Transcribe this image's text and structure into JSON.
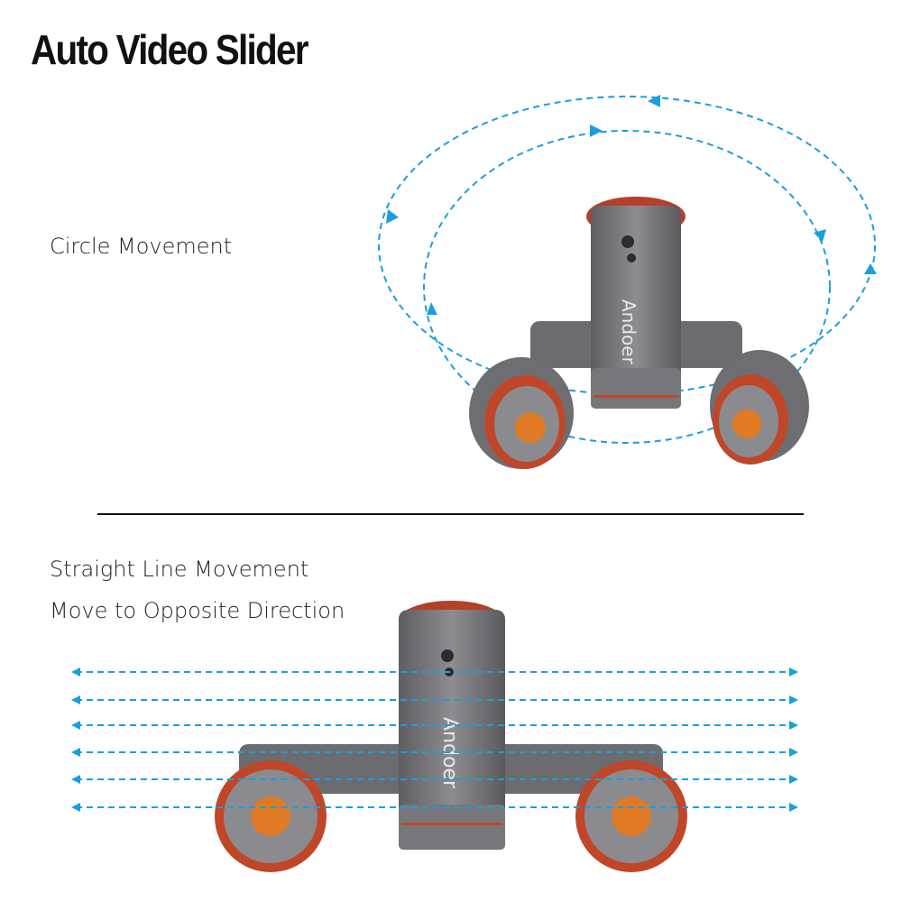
{
  "title": "Auto Video Slider",
  "sections": {
    "circle": {
      "label": "Circle Movement"
    },
    "straight": {
      "label_1": "Straight Line Movement",
      "label_2": "Move to Opposite Direction"
    }
  },
  "product": {
    "brand": "Andoer"
  },
  "colors": {
    "arrow": "#1a9fdc",
    "body": "#7a7a7e",
    "wheel_rim": "#c0462a",
    "knob": "#e07a24"
  }
}
